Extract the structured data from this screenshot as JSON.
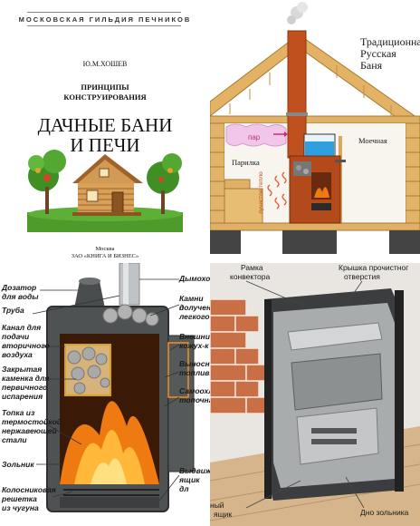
{
  "book": {
    "series": "МОСКОВСКАЯ ГИЛЬДИЯ ПЕЧНИКОВ",
    "author": "Ю.М.ХОШЕВ",
    "subtitle_1": "ПРИНЦИПЫ",
    "subtitle_2": "КОНСТРУИРОВАНИЯ",
    "title_1": "ДАЧНЫЕ БАНИ",
    "title_2": "И ПЕЧИ",
    "city": "Москва",
    "publisher": "ЗАО «КНИГА И БИЗНЕС»"
  },
  "banya": {
    "title_1": "Традиционна",
    "title_2": "Русская Баня",
    "steam": "пар",
    "steam_room": "Парилка",
    "wash_room": "Моечная",
    "radiation": "лучистое тепло"
  },
  "stove": {
    "left_labels": [
      "Дозатор",
      "для воды",
      "Труба",
      "Канал для",
      "подачи",
      "вторичного",
      "воздуха",
      "Закрытая",
      "каменка для",
      "первичного",
      "испарения",
      "Топка из",
      "термостойкой",
      "нержавеющей",
      "стали",
      "Зольник",
      "Колосниковая",
      "решетка",
      "из чугуна"
    ],
    "right_labels": [
      "Дымохо",
      "Камни д",
      "получен",
      "легкого",
      "Внешни",
      "кожух-к",
      "Выносн",
      "топливн",
      "Самоохл",
      "топочна",
      "Выдвиж",
      "ящик дл"
    ]
  },
  "cutaway": {
    "frame": "Рамка",
    "convector": "конвектора",
    "lid_1": "Крышка прочистног",
    "lid_2": "отверстия",
    "ash_box": "ящик",
    "ash_bottom": "Дно зольника",
    "side_word": "ный"
  },
  "colors": {
    "flame": "#f07a12",
    "stove_body": "#5a5d5e",
    "chimney": "#c0511f",
    "brick": "#c96f45",
    "roof_wood": "#e0b066",
    "water": "#2ea0e0"
  }
}
